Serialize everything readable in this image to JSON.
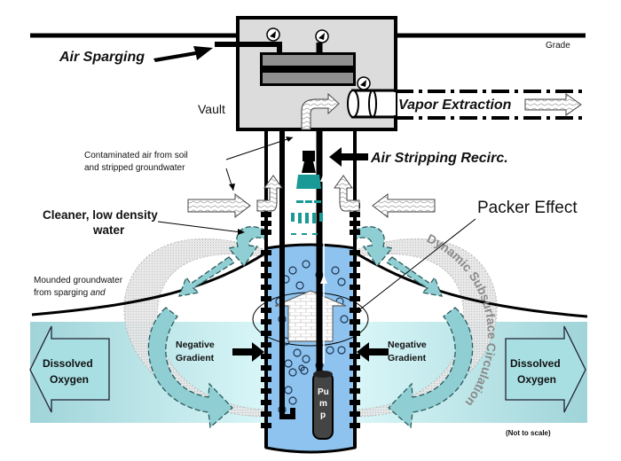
{
  "diagram": {
    "type": "groundwater circulation well schematic",
    "labels": {
      "grade": "Grade",
      "air_sparging": "Air Sparging",
      "vault": "Vault",
      "vapor_extraction": "Vapor Extraction",
      "contaminated_air_line1": "Contaminated air from soil",
      "contaminated_air_line2": "and stripped groundwater",
      "air_stripping_recirc": "Air Stripping Recirc.",
      "cleaner_water_line1": "Cleaner, low density",
      "cleaner_water_line2": "water",
      "packer_effect": "Packer Effect",
      "mounded_line1": "Mounded groundwater",
      "mounded_line2_a": "from sparging ",
      "mounded_line2_b": "and",
      "dynamic_circulation": "Dynamic Subsurface Circulation",
      "negative_gradient_left_1": "Negative",
      "negative_gradient_left_2": "Gradient",
      "negative_gradient_right_1": "Negative",
      "negative_gradient_right_2": "Gradient",
      "dissolved_oxygen_left_1": "Dissolved",
      "dissolved_oxygen_left_2": "Oxygen",
      "dissolved_oxygen_right_1": "Dissolved",
      "dissolved_oxygen_right_2": "Oxygen",
      "pump": "Pump",
      "not_to_scale": "(Not to scale)"
    },
    "colors": {
      "aquifer": "#a8dfe3",
      "well_water": "#8fc3ef",
      "circulation_arrow": "#8fcfd3",
      "spray": "#1a9a96",
      "vault_fill": "#dcdcdc",
      "packer": "#909090"
    }
  }
}
